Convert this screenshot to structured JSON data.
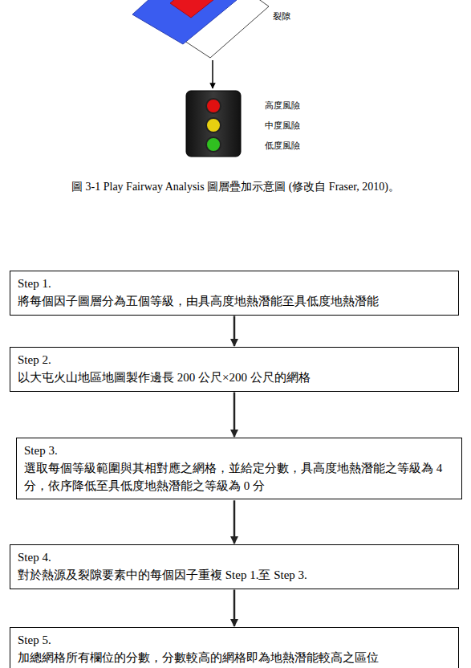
{
  "diagram": {
    "caption": "圖 3-1 Play Fairway Analysis 圖層疊加示意圖 (修改自 Fraser, 2010)。",
    "nodes": [
      {
        "text": [
          "Step 1.",
          "將每個因子圖層分為五個等級，由具高度地熱潛能至具低度地熱潛能"
        ]
      },
      {
        "text": [
          "Step 2.",
          "以大屯火山地區地圖製作邊長 200 公尺×200 公尺的網格"
        ]
      },
      {
        "text": [
          "Step 3.",
          "選取每個等級範圍與其相對應之網格，並給定分數，具高度地熱潛能之等級為 4 分，依序降低至具低度地熱潛能之等級為 0 分"
        ]
      },
      {
        "text": [
          "Step 4.",
          "對於熱源及裂隙要素中的每個因子重複 Step 1.至 Step 3."
        ]
      },
      {
        "text": [
          "Step 5.",
          "加總網格所有欄位的分數，分數較高的網格即為地熱潛能較高之區位"
        ]
      }
    ],
    "edges": [
      {
        "from": 0,
        "to": 1,
        "arrow": "to"
      },
      {
        "from": 1,
        "to": 2,
        "arrow": "to"
      },
      {
        "from": 2,
        "to": 3,
        "arrow": "to"
      },
      {
        "from": 3,
        "to": 4,
        "arrow": "to"
      }
    ],
    "labels": [
      "裂隙",
      "高度風險",
      "中度風險",
      "低度風險"
    ]
  }
}
